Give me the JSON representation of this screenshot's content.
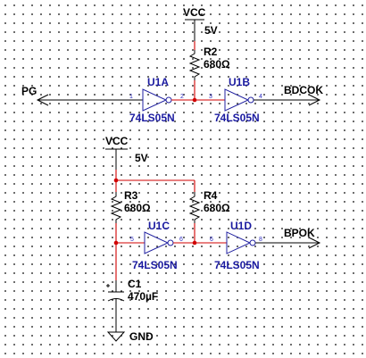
{
  "nets": {
    "vcc": "VCC",
    "volt": "5V",
    "gnd": "GND"
  },
  "ports": {
    "pg": "PG",
    "bdcok": "BDCOK",
    "bpok": "BPOK"
  },
  "resistors": [
    {
      "ref": "R2",
      "value": "680Ω"
    },
    {
      "ref": "R3",
      "value": "680Ω"
    },
    {
      "ref": "R4",
      "value": "680Ω"
    }
  ],
  "capacitor": {
    "ref": "C1",
    "value": "470µF"
  },
  "gates": [
    {
      "ref": "U1A",
      "part": "74LS05N",
      "pin_in": "1",
      "pin_out": "2"
    },
    {
      "ref": "U1B",
      "part": "74LS05N",
      "pin_in": "3",
      "pin_out": "4"
    },
    {
      "ref": "U1C",
      "part": "74LS05N",
      "pin_in": "5",
      "pin_out": "6"
    },
    {
      "ref": "U1D",
      "part": "74LS05N",
      "pin_in": "6",
      "pin_out": "8"
    }
  ],
  "colors": {
    "wire": "#d00000",
    "symbol": "#2020a0",
    "label": "#1a1aa0"
  }
}
